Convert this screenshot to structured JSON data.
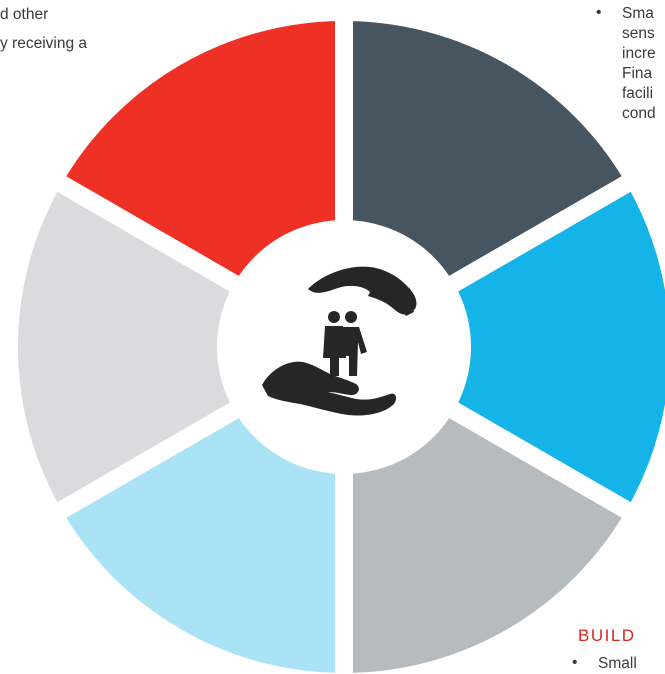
{
  "wheel": {
    "segments": [
      {
        "name": "top-right",
        "color": "#46555f"
      },
      {
        "name": "right",
        "color": "#15b4e8"
      },
      {
        "name": "bottom-right",
        "color": "#b6bbbf"
      },
      {
        "name": "bottom-left",
        "color": "#a9e3f5"
      },
      {
        "name": "left",
        "color": "#d9dbdd"
      },
      {
        "name": "top-left",
        "color": "#ee3124"
      }
    ],
    "center_icon": "hands-protecting-family-icon"
  },
  "left_text": {
    "line1": "d other",
    "line2": "y receiving a"
  },
  "right_text": {
    "bullet": "•",
    "lines": [
      "Sma",
      "sens",
      "incre",
      "Fina",
      "facili",
      "cond"
    ]
  },
  "bottom_right": {
    "heading": "BUILD",
    "bullet": "•",
    "line": "Small"
  }
}
